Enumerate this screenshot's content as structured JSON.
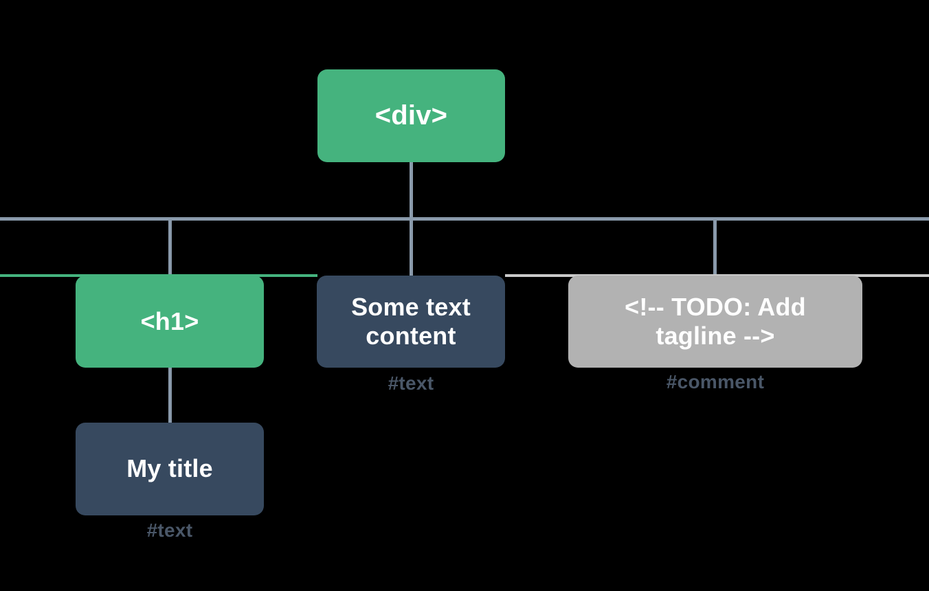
{
  "diagram": {
    "type": "dom-tree",
    "title": "DOM tree diagram",
    "background_color": "#000000",
    "colors": {
      "element_node": "#45b37e",
      "text_node": "#37495f",
      "comment_node": "#b2b2b2",
      "connector": "#8a9aab",
      "caption": "#4a5768",
      "node_label": "#ffffff"
    },
    "nodes": {
      "root": {
        "label": "<div>",
        "kind": "element",
        "caption": ""
      },
      "h1": {
        "label": "<h1>",
        "kind": "element",
        "caption": ""
      },
      "some_text": {
        "label": "Some text\ncontent",
        "kind": "text",
        "caption": "#text"
      },
      "comment": {
        "label": "<!-- TODO: Add\ntagline  -->",
        "kind": "comment",
        "caption": "#comment"
      },
      "my_title": {
        "label": "My title",
        "kind": "text",
        "caption": "#text"
      }
    }
  }
}
